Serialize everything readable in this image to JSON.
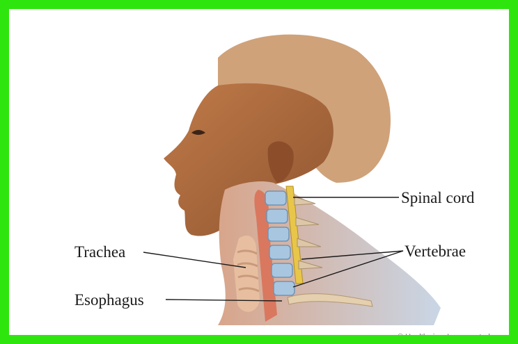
{
  "labels": {
    "spinal_cord": "Spinal cord",
    "vertebrae": "Vertebrae",
    "trachea": "Trachea",
    "esophagus": "Esophagus"
  },
  "copyright": "© Healthwise, Incorporated",
  "colors": {
    "frame_border": "#2ee60e",
    "skin": "#b06a3c",
    "hair": "#cfa27a",
    "spinal_cord": "#e8c64a",
    "vertebrae": "#a9c6e0",
    "trachea": "#e7bfa0",
    "esophagus": "#d9785f"
  }
}
